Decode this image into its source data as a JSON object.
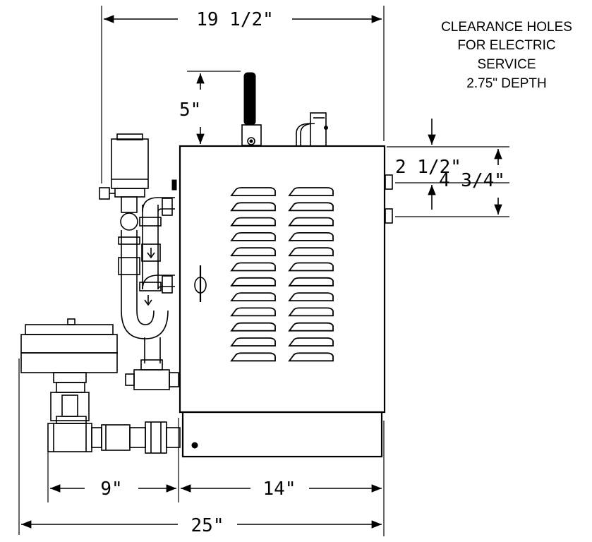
{
  "dimensions": {
    "top_width": "19 1/2\"",
    "handle_height": "5\"",
    "hole_offset": "2 1/2\"",
    "hole_span": "4 3/4\"",
    "valve_width": "9\"",
    "cabinet_width": "14\"",
    "overall_width": "25\""
  },
  "note": {
    "line1": "CLEARANCE HOLES",
    "line2": "FOR ELECTRIC",
    "line3": "SERVICE",
    "line4": "2.75\" DEPTH"
  }
}
